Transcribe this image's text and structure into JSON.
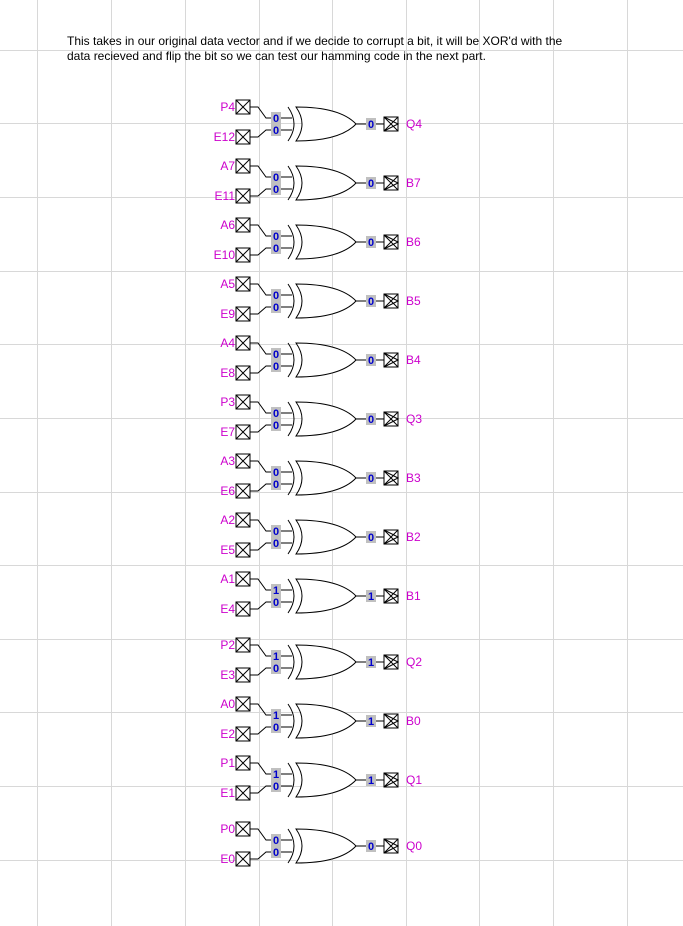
{
  "description": {
    "line1": "This takes in our original data vector and if we decide to corrupt a bit, it will be XOR'd with the",
    "line2": "data recieved and flip the bit so we can test our hamming code in the next part."
  },
  "colors": {
    "label": "#cc00cc",
    "bit_text": "#0000cc",
    "bit_bg": "#c0c0c0",
    "wire": "#000000",
    "grid": "#d8d8d8"
  },
  "gates": [
    {
      "in_a": "P4",
      "in_b": "E12",
      "a": "0",
      "b": "0",
      "y": "0",
      "out": "Q4"
    },
    {
      "in_a": "A7",
      "in_b": "E11",
      "a": "0",
      "b": "0",
      "y": "0",
      "out": "B7"
    },
    {
      "in_a": "A6",
      "in_b": "E10",
      "a": "0",
      "b": "0",
      "y": "0",
      "out": "B6"
    },
    {
      "in_a": "A5",
      "in_b": "E9",
      "a": "0",
      "b": "0",
      "y": "0",
      "out": "B5"
    },
    {
      "in_a": "A4",
      "in_b": "E8",
      "a": "0",
      "b": "0",
      "y": "0",
      "out": "B4"
    },
    {
      "in_a": "P3",
      "in_b": "E7",
      "a": "0",
      "b": "0",
      "y": "0",
      "out": "Q3"
    },
    {
      "in_a": "A3",
      "in_b": "E6",
      "a": "0",
      "b": "0",
      "y": "0",
      "out": "B3"
    },
    {
      "in_a": "A2",
      "in_b": "E5",
      "a": "0",
      "b": "0",
      "y": "0",
      "out": "B2"
    },
    {
      "in_a": "A1",
      "in_b": "E4",
      "a": "1",
      "b": "0",
      "y": "1",
      "out": "B1"
    },
    {
      "in_a": "P2",
      "in_b": "E3",
      "a": "1",
      "b": "0",
      "y": "1",
      "out": "Q2"
    },
    {
      "in_a": "A0",
      "in_b": "E2",
      "a": "1",
      "b": "0",
      "y": "1",
      "out": "B0"
    },
    {
      "in_a": "P1",
      "in_b": "E1",
      "a": "1",
      "b": "0",
      "y": "1",
      "out": "Q1"
    },
    {
      "in_a": "P0",
      "in_b": "E0",
      "a": "0",
      "b": "0",
      "y": "0",
      "out": "Q0"
    }
  ]
}
